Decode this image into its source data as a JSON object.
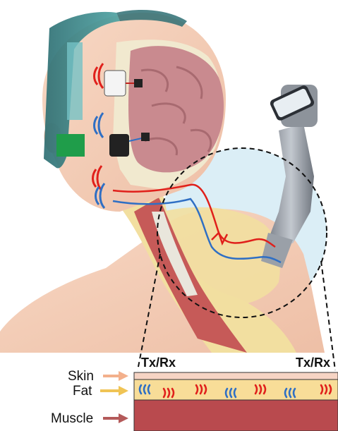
{
  "layer_labels": {
    "skin": "Skin",
    "fat": "Fat",
    "muscle": "Muscle"
  },
  "transceivers": {
    "left": "Tx/Rx",
    "right": "Tx/Rx"
  },
  "colors": {
    "skin_arrow": "#f3b08c",
    "fat_arrow": "#f0c455",
    "muscle_arrow": "#b45a5a",
    "skin_layer": "#f6d4c4",
    "fat_layer": "#f8dd98",
    "muscle_layer": "#b94a4e",
    "signal_red": "#e0201b",
    "signal_blue": "#2f6fc4"
  }
}
